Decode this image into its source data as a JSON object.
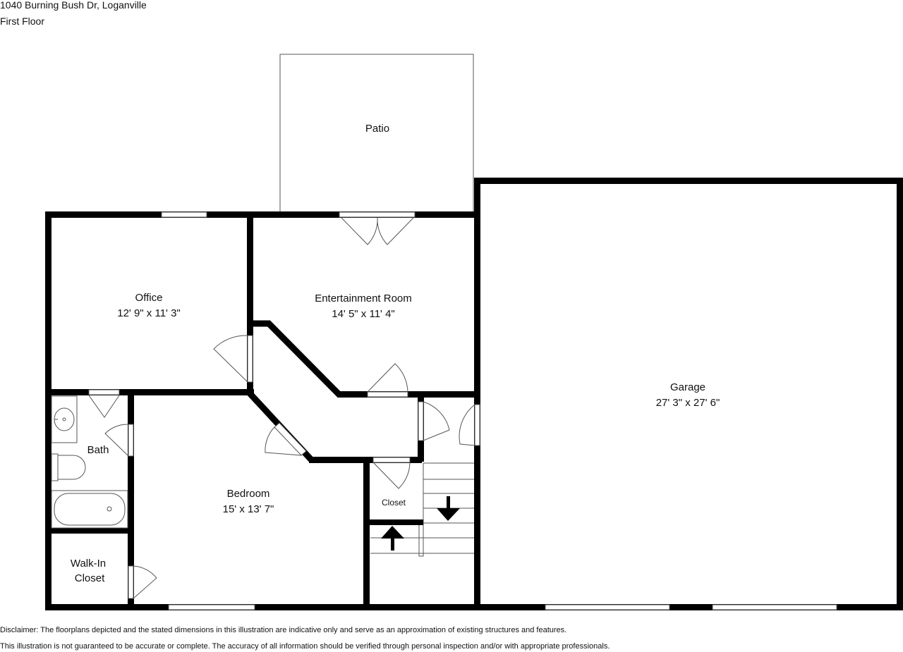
{
  "header": {
    "address": "1040 Burning Bush Dr, Loganville",
    "floor": "First Floor"
  },
  "rooms": {
    "patio": {
      "name": "Patio"
    },
    "office": {
      "name": "Office",
      "dims": "12' 9\" x 11' 3\""
    },
    "entertainment": {
      "name": "Entertainment Room",
      "dims": "14' 5\" x 11' 4\""
    },
    "garage": {
      "name": "Garage",
      "dims": "27' 3\" x 27' 6\""
    },
    "bath": {
      "name": "Bath"
    },
    "bedroom": {
      "name": "Bedroom",
      "dims": "15' x 13' 7\""
    },
    "closet": {
      "name": "Closet"
    },
    "walkin": {
      "name_line1": "Walk-In",
      "name_line2": "Closet"
    }
  },
  "disclaimer": {
    "line1": "Disclaimer: The floorplans depicted and the stated dimensions in this illustration are indicative only and serve as an approximation of existing structures and features.",
    "line2": "This illustration is not guaranteed to be accurate or complete. The accuracy of all information should be verified through personal inspection and/or with appropriate professionals."
  },
  "colors": {
    "wall": "#000000",
    "line": "#555555",
    "background": "#ffffff"
  }
}
